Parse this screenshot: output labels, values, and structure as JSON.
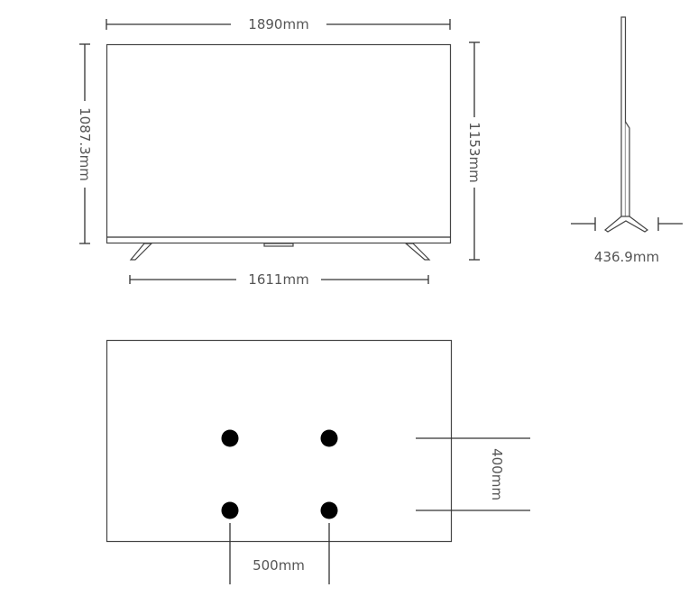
{
  "front_view": {
    "width_label": "1890mm",
    "height_label": "1087.3mm",
    "total_height_label": "1153mm",
    "stand_width_label": "1611mm"
  },
  "side_view": {
    "depth_label": "436.9mm"
  },
  "vesa_view": {
    "vertical_spacing_label": "400mm",
    "horizontal_spacing_label": "500mm"
  },
  "colors": {
    "line": "#333333",
    "text": "#555555",
    "dot": "#000000"
  }
}
